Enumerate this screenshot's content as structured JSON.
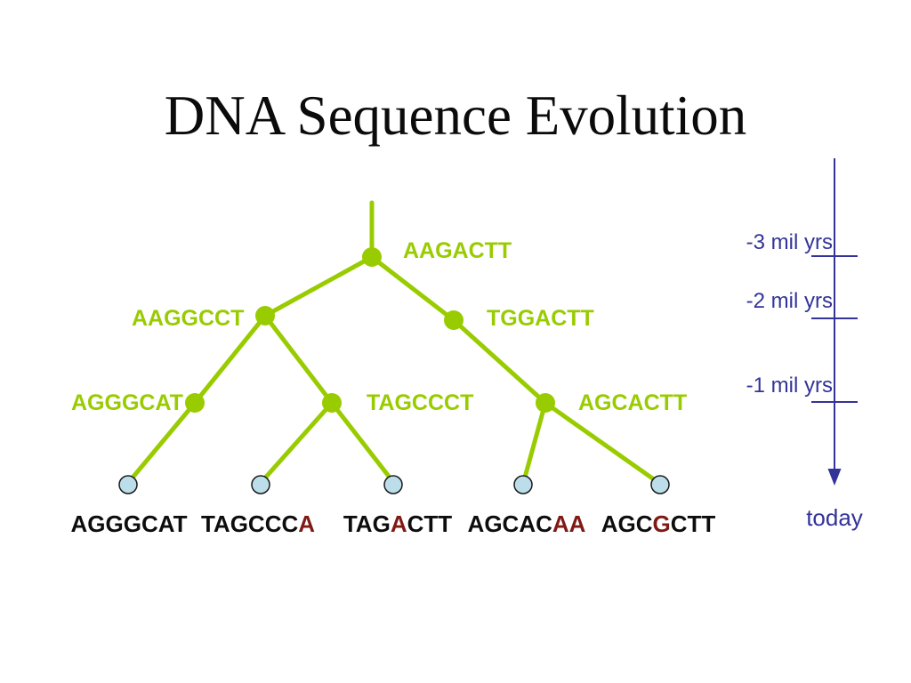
{
  "slide": {
    "title": "DNA Sequence Evolution"
  },
  "tree": {
    "internal_nodes": [
      {
        "label": "AAGACTT"
      },
      {
        "label": "AAGGCCT"
      },
      {
        "label": "TGGACTT"
      },
      {
        "label": "AGGGCAT"
      },
      {
        "label": "TAGCCCT"
      },
      {
        "label": "AGCACTT"
      }
    ],
    "leaves": [
      {
        "label": "AGGGCAT",
        "mutated_indices": []
      },
      {
        "label": "TAGCCCA",
        "mutated_indices": [
          6
        ]
      },
      {
        "label": "TAGACTT",
        "mutated_indices": [
          3
        ]
      },
      {
        "label": "AGCACAA",
        "mutated_indices": [
          5,
          6
        ]
      },
      {
        "label": "AGCGCTT",
        "mutated_indices": [
          3
        ]
      }
    ]
  },
  "timeline": {
    "labels": [
      "-3 mil yrs",
      "-2 mil yrs",
      "-1 mil yrs"
    ],
    "today_label": "today"
  },
  "colors": {
    "branch_green": "#99CC00",
    "leaf_node_fill": "#BCDEEA",
    "mutation_red": "#7F1A15",
    "timeline_navy": "#333399"
  }
}
